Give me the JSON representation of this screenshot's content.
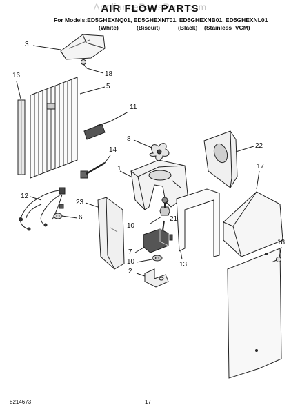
{
  "header": {
    "watermark": "AppliancePartsPros.com",
    "title": "AIR FLOW PARTS",
    "models_line": "For Models:ED5GHEXNQ01, ED5GHEXNT01, ED5GHEXNB01, ED5GHEXNL01",
    "colors": [
      "(White)",
      "(Biscuit)",
      "(Black)",
      "(Stainless–VCM)"
    ]
  },
  "callouts": [
    "3",
    "18",
    "16",
    "5",
    "11",
    "8",
    "14",
    "22",
    "17",
    "1",
    "12",
    "23",
    "6",
    "21",
    "10",
    "18",
    "7",
    "10",
    "13",
    "2"
  ],
  "footer": {
    "doc_number": "8214673",
    "page_number": "17"
  }
}
